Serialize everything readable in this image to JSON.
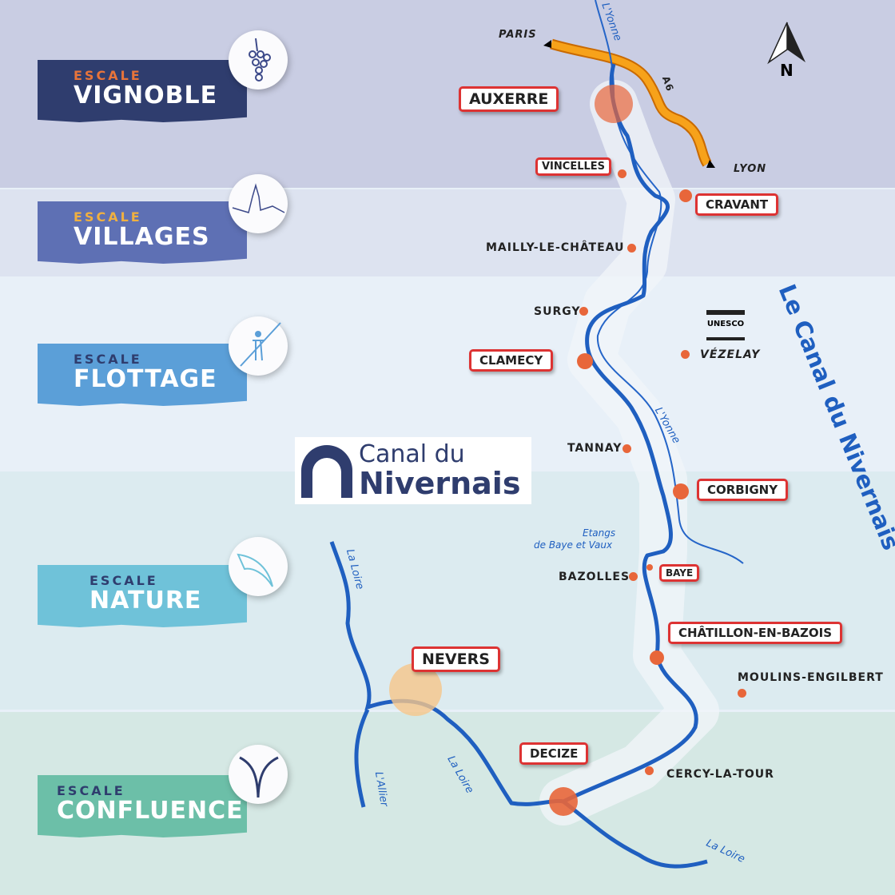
{
  "escales": [
    {
      "kicker": "ESCALE",
      "title": "VIGNOBLE",
      "icon": "grapes-icon",
      "color": "#2f3d6e",
      "kicker_color": "#e8743a"
    },
    {
      "kicker": "ESCALE",
      "title": "VILLAGES",
      "icon": "village-icon",
      "color": "#5e70b4",
      "kicker_color": "#f0b040"
    },
    {
      "kicker": "ESCALE",
      "title": "FLOTTAGE",
      "icon": "raftsman-icon",
      "color": "#5b9fd8",
      "kicker_color": "#2f3d6e"
    },
    {
      "kicker": "ESCALE",
      "title": "NATURE",
      "icon": "bird-icon",
      "color": "#6fc2d9",
      "kicker_color": "#2f3d6e"
    },
    {
      "kicker": "ESCALE",
      "title": "CONFLUENCE",
      "icon": "confluence-icon",
      "color": "#6cbfa8",
      "kicker_color": "#2f3d6e"
    }
  ],
  "logo": {
    "line1": "Canal du",
    "line2": "Nivernais"
  },
  "map_title": "Le Canal du Nivernais",
  "compass": "N",
  "road": {
    "name": "A6",
    "from": "PARIS",
    "to": "LYON"
  },
  "major_towns": [
    "AUXERRE",
    "CRAVANT",
    "CLAMECY",
    "CORBIGNY",
    "CHÂTILLON-EN-BAZOIS",
    "NEVERS",
    "DECIZE",
    "VINCELLES",
    "BAYE"
  ],
  "towns": [
    "MAILLY-LE-CHÂTEAU",
    "SURGY",
    "VÉZELAY",
    "TANNAY",
    "BAZOLLES",
    "MOULINS-ENGILBERT",
    "CERCY-LA-TOUR"
  ],
  "unesco": "UNESCO",
  "rivers": [
    "L'Yonne",
    "L'Yonne",
    "La Loire",
    "La Loire",
    "La Loire",
    "L'Allier"
  ],
  "lakes": {
    "line1": "Etangs",
    "line2": "de Baye et Vaux"
  }
}
